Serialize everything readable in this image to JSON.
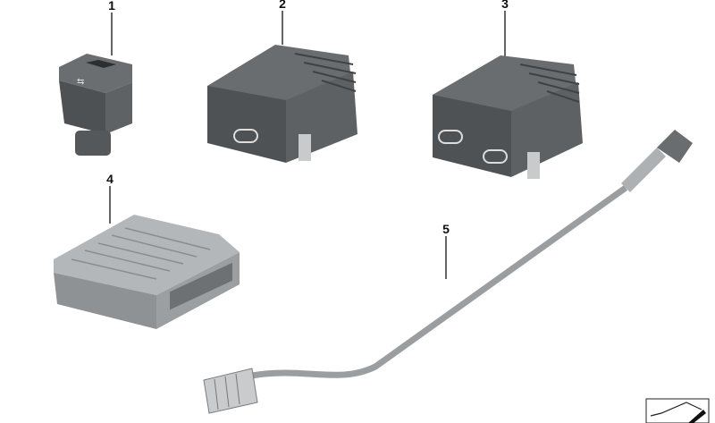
{
  "callouts": [
    {
      "number": "1",
      "part": "usb-a-socket"
    },
    {
      "number": "2",
      "part": "single-usb-c-socket"
    },
    {
      "number": "3",
      "part": "dual-usb-c-socket"
    },
    {
      "number": "4",
      "part": "control-module"
    },
    {
      "number": "5",
      "part": "connecting-cable"
    }
  ],
  "colors": {
    "part_dark": "#55585a",
    "part_light": "#8a8d8f",
    "module": "#a9acae",
    "cable": "#9b9ea0"
  },
  "icons": [
    "usb-icon",
    "usb-c-icon",
    "catalog-symbol-icon"
  ]
}
